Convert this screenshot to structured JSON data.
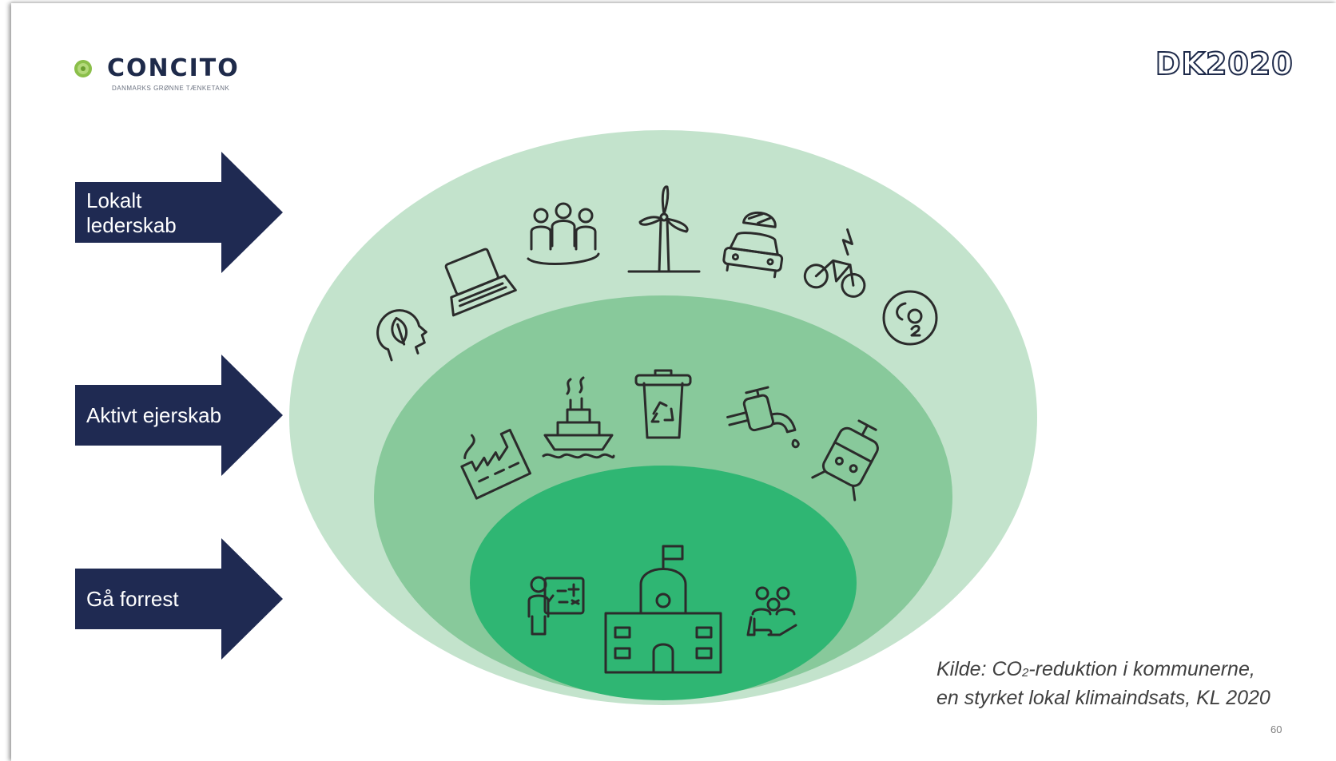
{
  "logos": {
    "left_name": "CONCITO",
    "left_tagline": "DANMARKS GRØNNE TÆNKETANK",
    "right_name": "DK2020"
  },
  "arrows": [
    {
      "label": "Lokalt\nlederskab"
    },
    {
      "label": "Aktivt ejerskab"
    },
    {
      "label": "Gå forrest"
    }
  ],
  "source": {
    "line1_prefix": "Kilde: CO",
    "line1_sub": "2",
    "line1_suffix": "-reduktion i kommunerne,",
    "line2": "en styrket lokal klimaindsats, KL 2020"
  },
  "page_number": "60",
  "colors": {
    "arrow": "#1f2a52",
    "outer_ring": "#c3e3cc",
    "middle_ring": "#88c99b",
    "inner_ring": "#2fb673",
    "icon_stroke": "#2b2b2b"
  },
  "icons": {
    "outer": [
      "head-leaf-icon",
      "laptop-icon",
      "people-group-icon",
      "wind-turbine-icon",
      "electric-car-icon",
      "electric-bike-icon",
      "co2-icon"
    ],
    "middle": [
      "factory-icon",
      "ship-icon",
      "recycle-bin-icon",
      "water-tap-icon",
      "train-icon"
    ],
    "inner": [
      "teacher-icon",
      "school-building-icon",
      "care-hand-icon"
    ]
  }
}
